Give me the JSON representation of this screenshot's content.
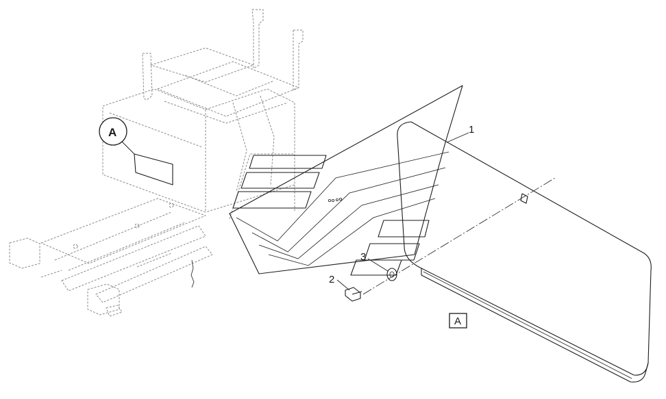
{
  "callouts": {
    "item_1": "1",
    "item_2": "2",
    "item_3": "3"
  },
  "detail": {
    "circle_label": "A",
    "box_label": "A"
  }
}
